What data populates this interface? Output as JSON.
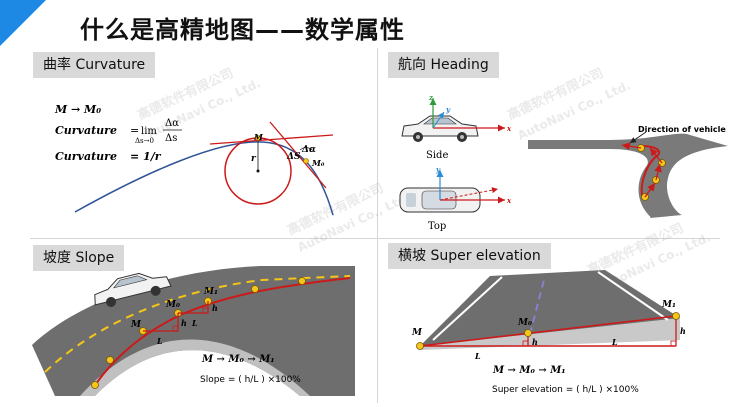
{
  "title": "什么是高精地图——数学属性",
  "watermark": {
    "line1": "高德软件有限公司",
    "line2": "AutoNavi Co., Ltd."
  },
  "colors": {
    "accent": "#1e88e5",
    "curve": "#cc1a1a",
    "panel": "#d9d9d9",
    "point": "#f5c518",
    "road": "#6e6e6e"
  },
  "curvature": {
    "label": "曲率 Curvature",
    "formula_arrow": "M → M₀",
    "formula_curv_name": "Curvature",
    "formula_eq": "=",
    "formula_lim": "lim",
    "formula_lim_sub": "Δs→0",
    "formula_num": "Δα",
    "formula_den": "Δs",
    "formula_curv2_name": "Curvature",
    "formula_curv2_rhs": "= 1/r",
    "pt_M": "M",
    "pt_r": "r",
    "pt_M0": "M₀",
    "delta_alpha": "Δα",
    "delta_s": "ΔS"
  },
  "heading": {
    "label": "航向 Heading",
    "side_label": "Side",
    "top_label": "Top",
    "axis_x": "x",
    "axis_y": "y",
    "axis_z": "z",
    "direction_label": "Direction of vehicle"
  },
  "slope": {
    "label": "坡度 Slope",
    "pt_M": "M",
    "pt_M0": "M₀",
    "pt_M1": "M₁",
    "h": "h",
    "L": "L",
    "chain": "M → M₀ → M₁",
    "formula": "Slope = ( h/L ) ×100%"
  },
  "superelevation": {
    "label": "横坡 Super elevation",
    "pt_M": "M",
    "pt_M0": "M₀",
    "pt_M1": "M₁",
    "h": "h",
    "L": "L",
    "chain": "M → M₀ → M₁",
    "formula": "Super elevation = ( h/L ) ×100%"
  }
}
